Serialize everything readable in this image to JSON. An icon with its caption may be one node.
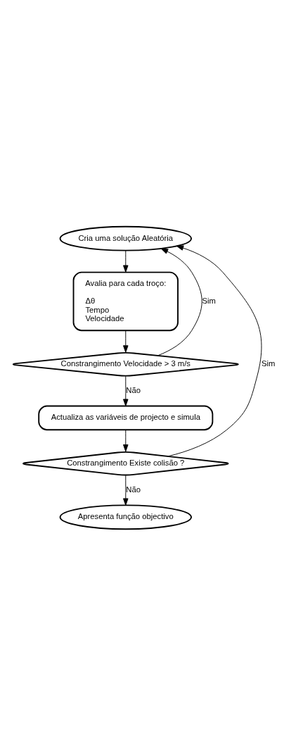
{
  "diagram": {
    "nodes": [
      {
        "text": [
          "Cria uma solução Aleatória"
        ]
      },
      {
        "text": [
          "Avalia para cada troço:",
          "Δθ",
          "Tempo",
          "Velocidade"
        ]
      },
      {
        "text": [
          "Constrangimento Velocidade > 3 m/s"
        ]
      },
      {
        "text": [
          "Actualiza as variáveis de projecto e simula"
        ]
      },
      {
        "text": [
          "Constrangimento Existe colisão ?"
        ]
      },
      {
        "text": [
          "Apresenta função objectivo"
        ]
      }
    ],
    "edges": [
      {
        "from": 0,
        "to": 1,
        "arrow": "to"
      },
      {
        "from": 1,
        "to": 2,
        "arrow": "to"
      },
      {
        "from": 2,
        "to": 0,
        "arrow": "to",
        "label": "Sim"
      },
      {
        "from": 2,
        "to": 3,
        "arrow": "to",
        "label": "Não"
      },
      {
        "from": 3,
        "to": 4,
        "arrow": "to"
      },
      {
        "from": 4,
        "to": 0,
        "arrow": "to",
        "label": "Sim"
      },
      {
        "from": 4,
        "to": 5,
        "arrow": "to",
        "label": "Não"
      }
    ]
  }
}
